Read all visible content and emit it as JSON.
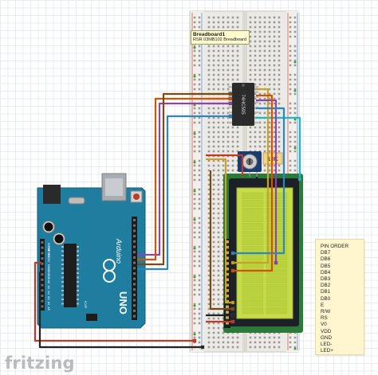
{
  "tooltip": {
    "title": "Breadboard1",
    "subtitle": "RSR 03MB102 Breadboard"
  },
  "chip_label": "74HC595",
  "resistor_label": "10K",
  "arduino": {
    "brand": "Arduino",
    "model": "UNO",
    "icsp": "ICSP",
    "power_labels": [
      "IOREF",
      "RESET",
      "3V3",
      "5V",
      "GND",
      "GND",
      "VIN"
    ],
    "analog_labels": [
      "A0",
      "A1",
      "A2",
      "A3",
      "A4",
      "A5"
    ]
  },
  "pin_order": {
    "title": "PIN ORDER",
    "items": [
      "DB7",
      "DB6",
      "DB5",
      "DB4",
      "DB3",
      "DB2",
      "DB1",
      "DB0",
      "E",
      "R/W",
      "RS",
      "V0",
      "VDD",
      "GND",
      "LED-",
      "LED+"
    ]
  },
  "brand": "fritzing",
  "colors": {
    "wire_red": "#c0392b",
    "wire_black": "#222222",
    "wire_purple": "#8e44ad",
    "wire_orange": "#d35400",
    "wire_gold": "#c9a227",
    "wire_blue": "#2e86c1",
    "wire_cyan": "#1fb6c9",
    "wire_brown": "#7b4a12",
    "wire_green": "#3b9d3b",
    "arduino_board": "#1f7da0",
    "lcd_screen": "#c6dc4a",
    "lcd_frame": "#1d2127"
  }
}
